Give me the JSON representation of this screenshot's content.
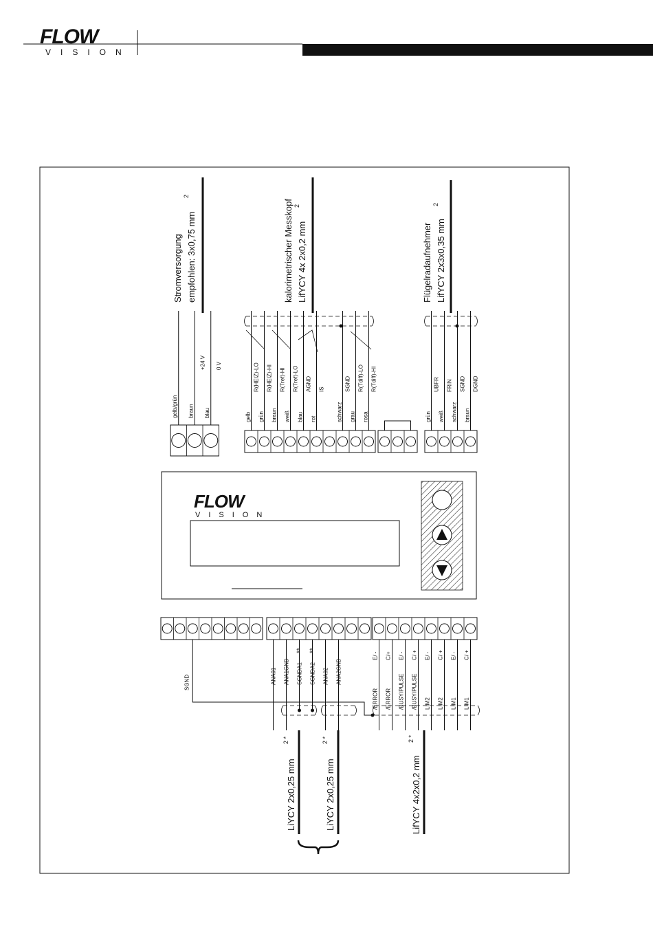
{
  "header": {
    "logo_main": "FLOW",
    "logo_sub": "VISION"
  },
  "cables": {
    "power_title": "Stromversorgung",
    "power_spec": "empfohlen: 3x0,75 mm",
    "power_spec_sup": "2",
    "sensor_title": "kalorimetrischer Messkopf",
    "sensor_spec": "LifYCY 4x 2x0,2 mm",
    "sensor_spec_sup": "2",
    "wheel_title": "Flügelradaufnehmer",
    "wheel_spec": "LifYCY 2x3x0,35 mm",
    "wheel_spec_sup": "2",
    "analog1_spec": "LiYCY 2x0,25 mm",
    "analog1_sup": "2 *",
    "analog2_spec": "LiYCY 2x0,25 mm",
    "analog2_sup": "2 *",
    "digital_spec": "LifYCY 4x2x0,2 mm",
    "digital_sup": "2 *"
  },
  "power_terminals": {
    "colors": [
      "gelb/grün",
      "braun",
      "blau"
    ],
    "signals": [
      "",
      "+24 V",
      "0 V"
    ]
  },
  "sensor_terminals": {
    "colors": [
      "gelb",
      "grün",
      "braun",
      "weiß",
      "blau",
      "rot",
      "",
      "schwarz",
      "grau",
      "rosa"
    ],
    "signals": [
      "R(HEIZ)-LO",
      "R(HEIZ)-HI",
      "R(Tref)-HI",
      "R(Tref)-LO",
      "AGND",
      "IS",
      "",
      "SGND",
      "R(Tdiff)-LO",
      "R(Tdiff)-HI"
    ]
  },
  "wheel_terminals": {
    "colors": [
      "grün",
      "weiß",
      "schwarz",
      "braun"
    ],
    "signals": [
      "UBFR",
      "FRIN",
      "SGND",
      "DGND"
    ]
  },
  "bottom_left": {
    "signal": "SGND"
  },
  "analog_terminals": {
    "signals": [
      "ANA01",
      "ANA1GND",
      "SGNDA1",
      "SGNDA2",
      "ANA02",
      "ANA2GND"
    ],
    "marks": [
      "",
      "",
      "**",
      "**",
      "",
      ""
    ]
  },
  "digital_terminals": {
    "top": [
      "E/ -",
      "C/+",
      "E/ -",
      "C/ +",
      "E/ -",
      "C/ +",
      "E/ -",
      "C/ +"
    ],
    "bottom": [
      "/ERROR",
      "/ERROR",
      "/BUSY/PULSE",
      "/BUSY/PULSE",
      "LIM2",
      "LIM2",
      "LIM1",
      "LIM1"
    ]
  }
}
